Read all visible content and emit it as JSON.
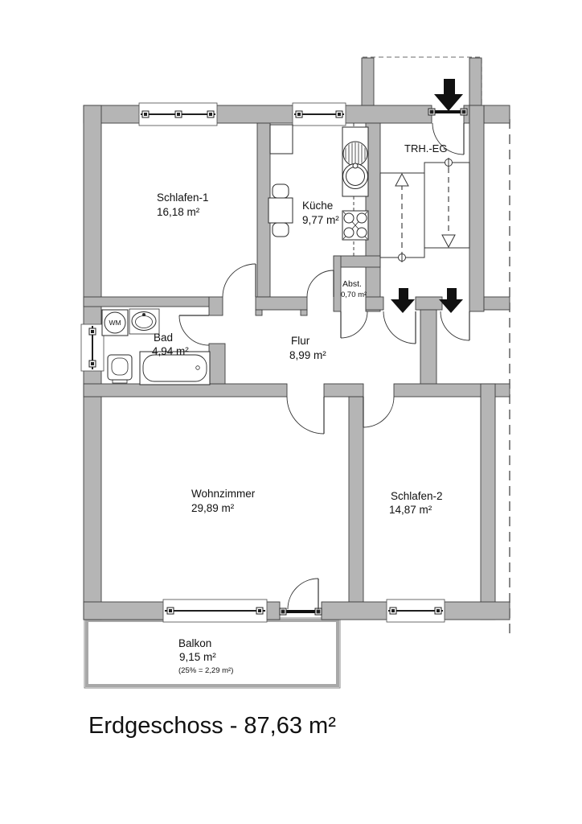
{
  "title": "Erdgeschoss - 87,63 m²",
  "rooms": {
    "schlafen1": {
      "name": "Schlafen-1",
      "area": "16,18 m²"
    },
    "kueche": {
      "name": "Küche",
      "area": "9,77 m²"
    },
    "bad": {
      "name": "Bad",
      "area": "4,94 m²"
    },
    "flur": {
      "name": "Flur",
      "area": "8,99 m²"
    },
    "abstellraum": {
      "name": "Abst.",
      "area": "0,70 m²"
    },
    "wohnzimmer": {
      "name": "Wohnzimmer",
      "area": "29,89 m²"
    },
    "schlafen2": {
      "name": "Schlafen-2",
      "area": "14,87 m²"
    },
    "balkon": {
      "name": "Balkon",
      "area": "9,15 m²",
      "note": "(25% = 2,29 m²)"
    },
    "treppenhaus": {
      "name": "TRH.-EG"
    }
  },
  "fixtures": {
    "washing_machine_label": "WM"
  },
  "colors": {
    "wall": "#b5b5b5",
    "background": "#ffffff",
    "line": "#1f1f1f"
  },
  "symbols": {
    "entrance_marker": "filled-down-arrow",
    "stairs_up_arrow": "dashed-open-arrow-up",
    "stairs_down_arrow": "dashed-open-arrow-down"
  }
}
